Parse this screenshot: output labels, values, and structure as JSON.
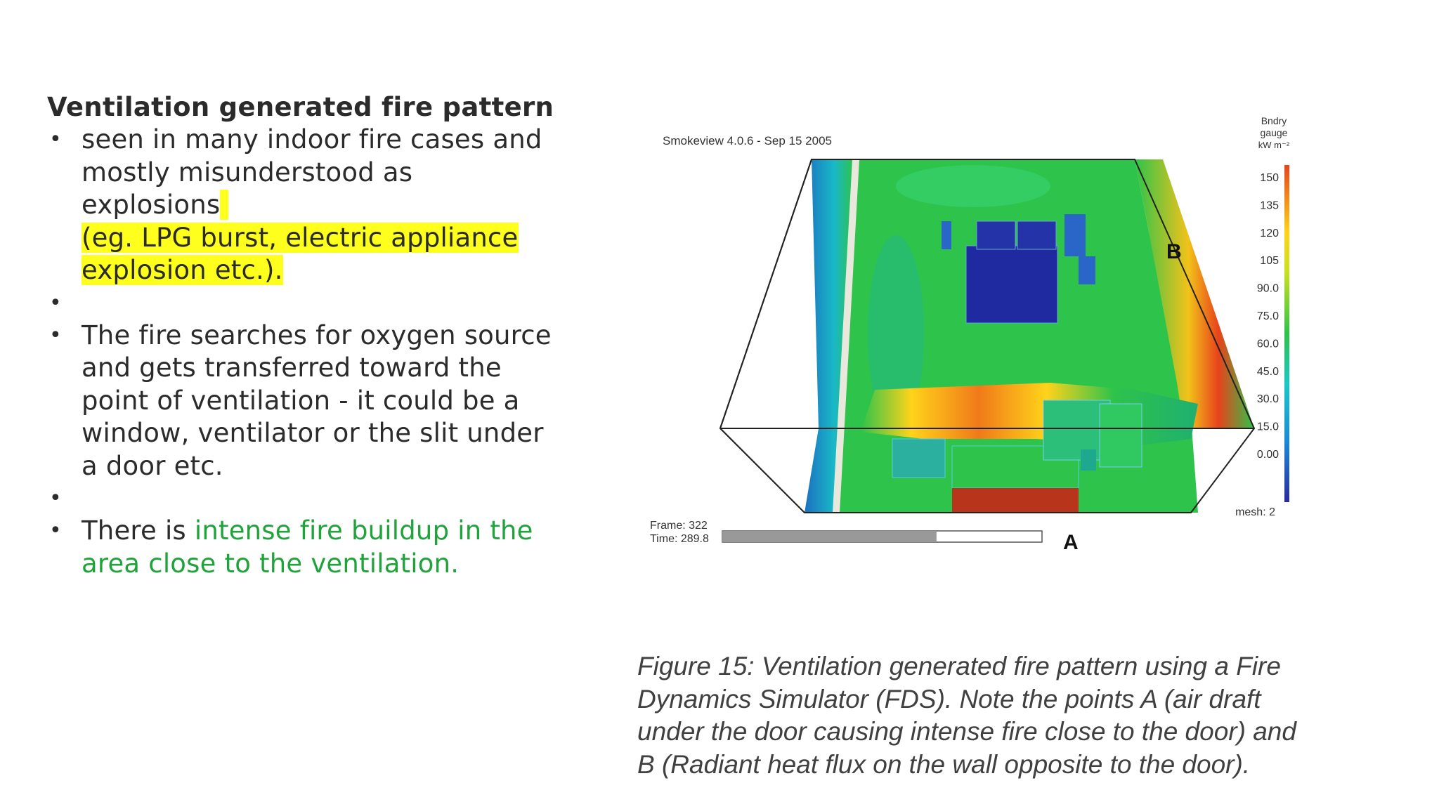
{
  "heading": "Ventilation generated fire pattern",
  "bullets": {
    "b1_line1": "seen in many indoor fire cases and",
    "b1_line2_plain": "mostly misunderstood as explosions",
    "b1_line3_hl": "(eg. LPG burst, electric appliance",
    "b1_line4_hl": "explosion etc.).",
    "b2_line1": "The fire searches for oxygen source",
    "b2_line2": "and gets transferred toward the",
    "b2_line3": "point of ventilation - it could be a",
    "b2_line4": "window, ventilator or the slit under",
    "b2_line5": "a door etc.",
    "b3_plain": "There is ",
    "b3_green_line1": "intense fire buildup in the",
    "b3_green_line2": "area close to the ventilation."
  },
  "figure": {
    "software_label": "Smokeview 4.0.6 - Sep 15 2005",
    "colorbar_title_line1": "Bndry",
    "colorbar_title_line2": "gauge",
    "colorbar_title_line3": "kW m⁻²",
    "colorbar_ticks": [
      "150",
      "135",
      "120",
      "105",
      "90.0",
      "75.0",
      "60.0",
      "45.0",
      "30.0",
      "15.0",
      "0.00"
    ],
    "mesh_label": "mesh: 2",
    "frame_label": "Frame: 322",
    "time_label": "Time: 289.8",
    "time_progress": 0.67,
    "point_a": "A",
    "point_b": "B",
    "colors": {
      "hot": "#e8431b",
      "warm": "#ffd31a",
      "mid": "#2ec34a",
      "cool": "#1aa0c8",
      "cold": "#2a3ca8"
    }
  },
  "caption": {
    "line1": "Figure 15: Ventilation generated fire pattern using a Fire",
    "line2": "Dynamics Simulator (FDS). Note the points A (air draft",
    "line3": "under the door causing intense fire close to the door) and",
    "line4": "B (Radiant heat flux on the wall opposite to the door)."
  }
}
